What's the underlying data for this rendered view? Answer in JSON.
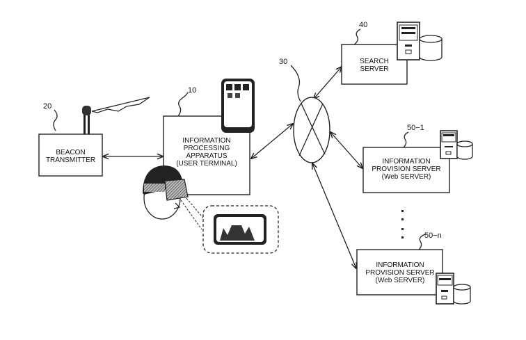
{
  "diagram": {
    "nodes": {
      "beacon": {
        "ref": "20",
        "lines": [
          "BEACON",
          "TRANSMITTER"
        ]
      },
      "terminal": {
        "ref": "10",
        "lines": [
          "INFORMATION",
          "PROCESSING",
          "APPARATUS",
          "(USER TERMINAL)"
        ]
      },
      "network": {
        "ref": "30"
      },
      "search": {
        "ref": "40",
        "lines": [
          "SEARCH",
          "SERVER"
        ]
      },
      "provision1": {
        "ref": "50−1",
        "lines": [
          "INFORMATION",
          "PROVISION SERVER",
          "(Web SERVER)"
        ]
      },
      "provisionN": {
        "ref": "50−n",
        "lines": [
          "INFORMATION",
          "PROVISION SERVER",
          "(Web SERVER)"
        ]
      }
    },
    "edges": [
      {
        "from": "beacon",
        "to": "terminal",
        "bidirectional": true
      },
      {
        "from": "terminal",
        "to": "network",
        "bidirectional": true
      },
      {
        "from": "network",
        "to": "search",
        "bidirectional": true
      },
      {
        "from": "network",
        "to": "provision1",
        "bidirectional": true
      },
      {
        "from": "network",
        "to": "provisionN",
        "bidirectional": true
      }
    ],
    "icons": [
      "antenna-icon",
      "smartphone-icon",
      "head-mounted-display-user-icon",
      "display-view-icon",
      "server-icon",
      "database-icon"
    ]
  }
}
